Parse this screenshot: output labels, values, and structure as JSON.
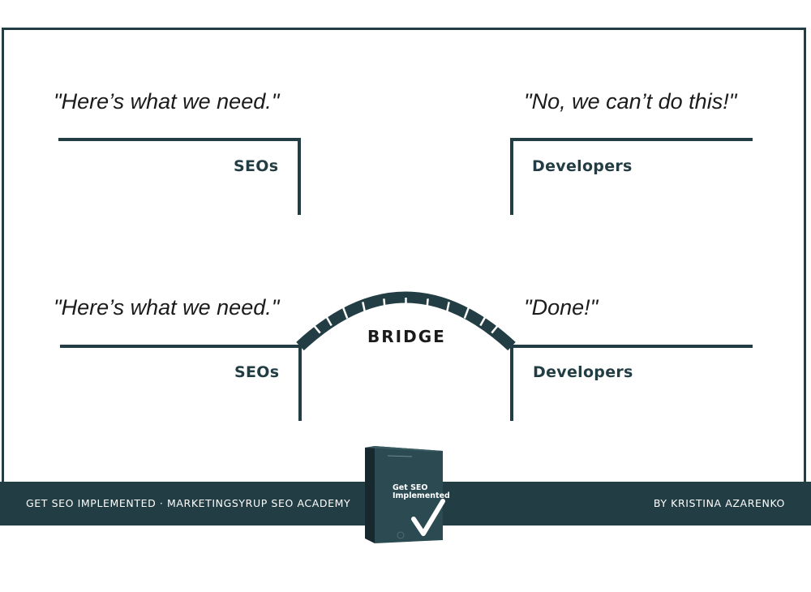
{
  "top_row": {
    "seo_quote": "\"Here’s what we need.\"",
    "seo_label": "SEOs",
    "dev_quote": "\"No, we can’t do this!\"",
    "dev_label": "Developers"
  },
  "bottom_row": {
    "seo_quote": "\"Here’s what we need.\"",
    "seo_label": "SEOs",
    "bridge_label": "BRIDGE",
    "dev_quote": "\"Done!\"",
    "dev_label": "Developers"
  },
  "footer": {
    "left_text": "GET SEO IMPLEMENTED · MARKETINGSYRUP SEO ACADEMY",
    "right_text": "BY KRISTINA AZARENKO"
  },
  "product_box": {
    "title_line1": "Get SEO",
    "title_line2": "Implemented",
    "icon": "checkmark-icon"
  },
  "colors": {
    "primary": "#233d44",
    "text": "#1b1b1b",
    "background": "#ffffff"
  }
}
